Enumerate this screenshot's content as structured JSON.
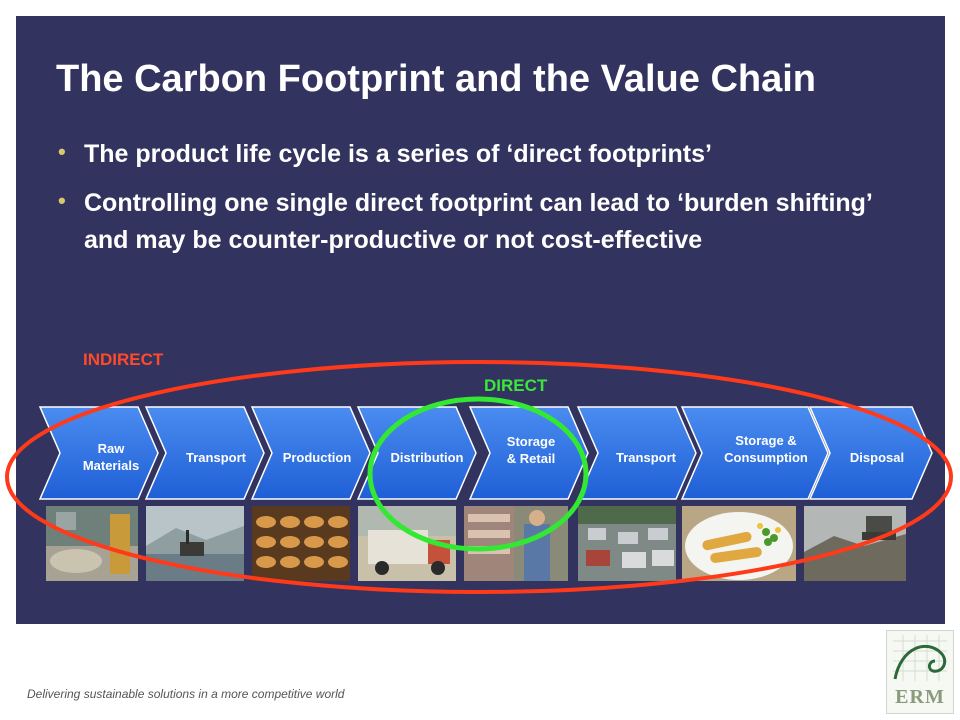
{
  "slide": {
    "title": "The Carbon Footprint and the Value Chain",
    "bullets": [
      "The product life cycle is a series of ‘direct footprints’",
      "Controlling one single direct footprint can lead to ‘burden shifting’ and may be counter-productive or not cost-effective"
    ]
  },
  "diagram": {
    "indirect_label": "INDIRECT",
    "direct_label": "DIRECT",
    "steps": [
      {
        "line1": "Raw",
        "line2": "Materials"
      },
      {
        "line1": "Transport",
        "line2": ""
      },
      {
        "line1": "Production",
        "line2": ""
      },
      {
        "line1": "Distribution",
        "line2": ""
      },
      {
        "line1": "Storage",
        "line2": "& Retail"
      },
      {
        "line1": "Transport",
        "line2": ""
      },
      {
        "line1": "Storage &",
        "line2": "Consumption"
      },
      {
        "line1": "Disposal",
        "line2": ""
      }
    ],
    "colors": {
      "panel": "#33335f",
      "arrow": "#2e6fe0",
      "indirect": "#ff3a1a",
      "direct": "#33e833"
    }
  },
  "footer": {
    "tagline": "Delivering sustainable solutions in a more competitive world",
    "logo_text": "ERM"
  }
}
